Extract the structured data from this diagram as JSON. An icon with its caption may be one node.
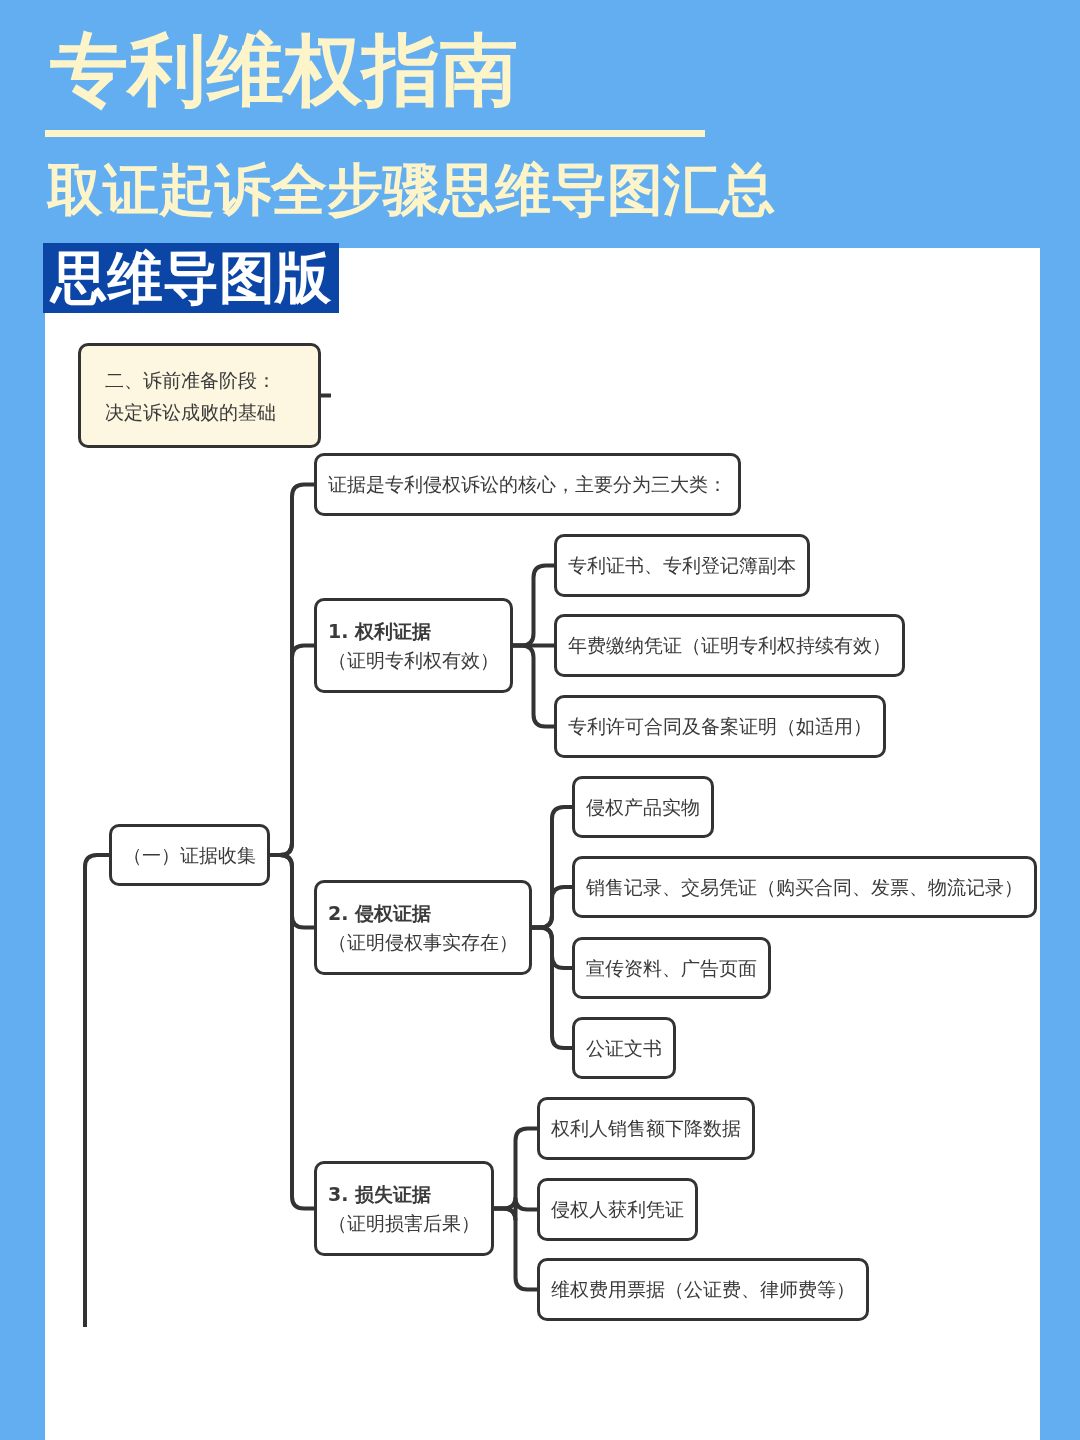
{
  "diagram": {
    "title": "专利维权指南",
    "nodes": [
      {
        "text": [
          "二、诉前准备阶段：决定诉讼成败的基础"
        ]
      },
      {
        "text": [
          "（一）证据收集"
        ]
      },
      {
        "text": [
          "证据是专利侵权诉讼的核心，主要分为三大类："
        ]
      },
      {
        "text": [
          "1. 权利证据",
          "（证明专利权有效）"
        ]
      },
      {
        "text": [
          "专利证书、专利登记簿副本"
        ]
      },
      {
        "text": [
          "年费缴纳凭证（证明专利权持续有效）"
        ]
      },
      {
        "text": [
          "专利许可合同及备案证明（如适用）"
        ]
      },
      {
        "text": [
          "2. 侵权证据",
          "（证明侵权事实存在）"
        ]
      },
      {
        "text": [
          "侵权产品实物"
        ]
      },
      {
        "text": [
          "销售记录、交易凭证（购买合同、发票、物流记录）"
        ]
      },
      {
        "text": [
          "宣传资料、广告页面"
        ]
      },
      {
        "text": [
          "公证文书"
        ]
      },
      {
        "text": [
          "3. 损失证据",
          "（证明损害后果）"
        ]
      },
      {
        "text": [
          "权利人销售额下降数据"
        ]
      },
      {
        "text": [
          "侵权人获利凭证"
        ]
      },
      {
        "text": [
          "维权费用票据（公证费、律师费等）"
        ]
      }
    ],
    "edges": [
      {
        "from": 0,
        "to": null,
        "arrow": "none"
      },
      {
        "from": null,
        "to": 1,
        "arrow": "none"
      },
      {
        "from": 1,
        "to": 2,
        "arrow": "none"
      },
      {
        "from": 1,
        "to": 3,
        "arrow": "none"
      },
      {
        "from": 1,
        "to": 7,
        "arrow": "none"
      },
      {
        "from": 1,
        "to": 12,
        "arrow": "none"
      },
      {
        "from": 3,
        "to": 4,
        "arrow": "none"
      },
      {
        "from": 3,
        "to": 5,
        "arrow": "none"
      },
      {
        "from": 3,
        "to": 6,
        "arrow": "none"
      },
      {
        "from": 7,
        "to": 8,
        "arrow": "none"
      },
      {
        "from": 7,
        "to": 9,
        "arrow": "none"
      },
      {
        "from": 7,
        "to": 10,
        "arrow": "none"
      },
      {
        "from": 7,
        "to": 11,
        "arrow": "none"
      },
      {
        "from": 12,
        "to": 13,
        "arrow": "none"
      },
      {
        "from": 12,
        "to": 14,
        "arrow": "none"
      },
      {
        "from": 12,
        "to": 15,
        "arrow": "none"
      }
    ],
    "labels": [
      "取证起诉全步骤思维导图汇总",
      "思维导图版"
    ]
  }
}
